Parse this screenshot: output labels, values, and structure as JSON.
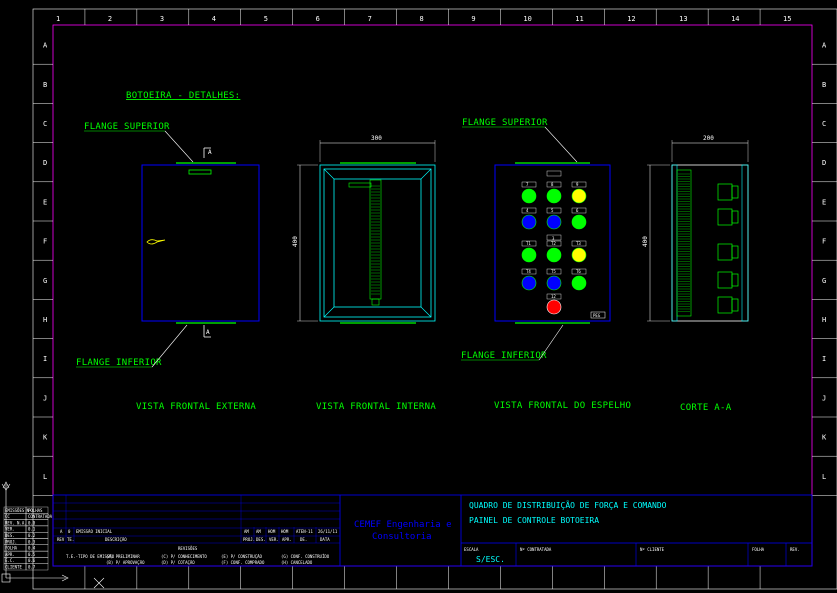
{
  "sheet": {
    "columns": [
      "1",
      "2",
      "3",
      "4",
      "5",
      "6",
      "7",
      "8",
      "9",
      "10",
      "11",
      "12",
      "13",
      "14",
      "15"
    ],
    "rows": [
      "A",
      "B",
      "C",
      "D",
      "E",
      "F",
      "G",
      "H",
      "I",
      "J",
      "K",
      "L"
    ]
  },
  "drawing": {
    "heading": "BOTOEIRA - DETALHES:",
    "flange_superior": "FLANGE SUPERIOR",
    "flange_inferior": "FLANGE INFERIOR",
    "views": {
      "externa": "VISTA FRONTAL EXTERNA",
      "interna": "VISTA FRONTAL INTERNA",
      "espelho": "VISTA FRONTAL DO ESPELHO",
      "corte": "CORTE A-A"
    },
    "dims": {
      "width_interna": "300",
      "height_interna": "400",
      "width_corte": "200",
      "height_corte": "400"
    },
    "section_marks": [
      "A",
      "A"
    ],
    "tag_labels": [
      "7",
      "8",
      "9",
      "4",
      "5",
      "6",
      "3",
      "T1",
      "T2",
      "T3",
      "T4",
      "T5",
      "T6",
      "12",
      "PEG"
    ]
  },
  "title_block": {
    "company": "CEMEF Engenharia e Consultoria",
    "title_line1": "QUADRO DE DISTRIBUIÇÃO DE FORÇA E COMANDO",
    "title_line2": "PAINEL DE CONTROLE BOTOEIRA",
    "escala_label": "ESCALA",
    "escala_value": "S/ESC.",
    "contratada_label": "Nº CONTRATADA",
    "cliente_label": "Nº CLIENTE",
    "folha_label": "FOLHA",
    "rev_label": "REV.",
    "revisoes_label": "REVISÕES",
    "rev_row": [
      "A",
      "0",
      "EMISSÃO INICIAL",
      "AM",
      "AM",
      "HOM",
      "HOM",
      "ATEN-11",
      "26/11/11"
    ],
    "rev_header": [
      "REV",
      "TE.",
      "DESCRIÇÃO",
      "PROJ.",
      "DES.",
      "VER.",
      "APR.",
      "DE.",
      "DATA"
    ],
    "legend": [
      "T.E.-TIPO DE EMISSÃO",
      "(A) PRELIMINAR",
      "(B) P/ APROVAÇÃO",
      "(C) P/ CONHECIMENTO",
      "(D) P/ COTAÇÃO",
      "(E) P/ CONSTRUÇÃO",
      "(F) CONF. COMPRADO",
      "(G) CONF. CONSTRUÍDO",
      "(H) CANCELADO"
    ],
    "left_table": [
      [
        "EMISSÕES Nº",
        "FOLHAS"
      ],
      [
        "CC",
        "CONTRATADA"
      ],
      [
        "REV. N.A.",
        "0.0"
      ],
      [
        "VER.",
        "0.1"
      ],
      [
        "DES.",
        "0.2"
      ],
      [
        "PROJ.",
        "0.3"
      ],
      [
        "FOLHA",
        "0.4"
      ],
      [
        "APR.",
        "0.5"
      ],
      [
        "E.C.",
        "0.6"
      ],
      [
        "CLIENTE",
        "0.7"
      ]
    ]
  }
}
